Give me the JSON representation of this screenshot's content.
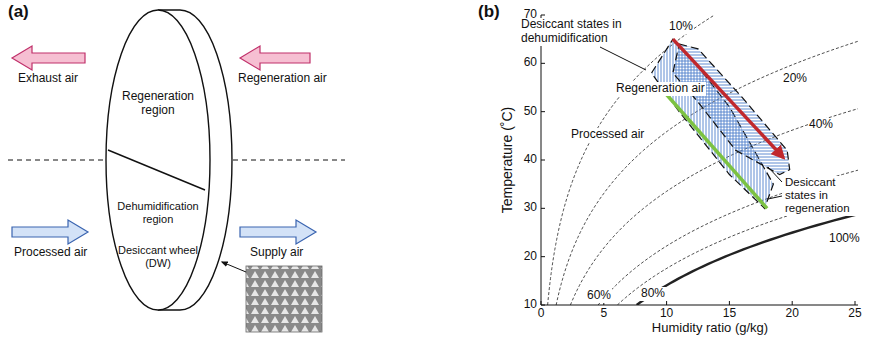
{
  "diagram": {
    "labels": [
      "(a)",
      "Regeneration region",
      "Exhaust air",
      "Regeneration air",
      "Processed air",
      "Supply air",
      "Dehumidification region",
      "Desiccant wheel (DW)",
      "(b)",
      "Desiccant states in dehumidification",
      "Regeneration air",
      "Processed air",
      "Desiccant states in regeneration",
      "10%",
      "20%",
      "40%",
      "60%",
      "80%",
      "100%",
      "Temperature (˚C)",
      "Humidity ratio (g/kg)",
      "10",
      "20",
      "30",
      "40",
      "50",
      "60",
      "70",
      "0",
      "5",
      "10",
      "15",
      "20",
      "25"
    ]
  }
}
